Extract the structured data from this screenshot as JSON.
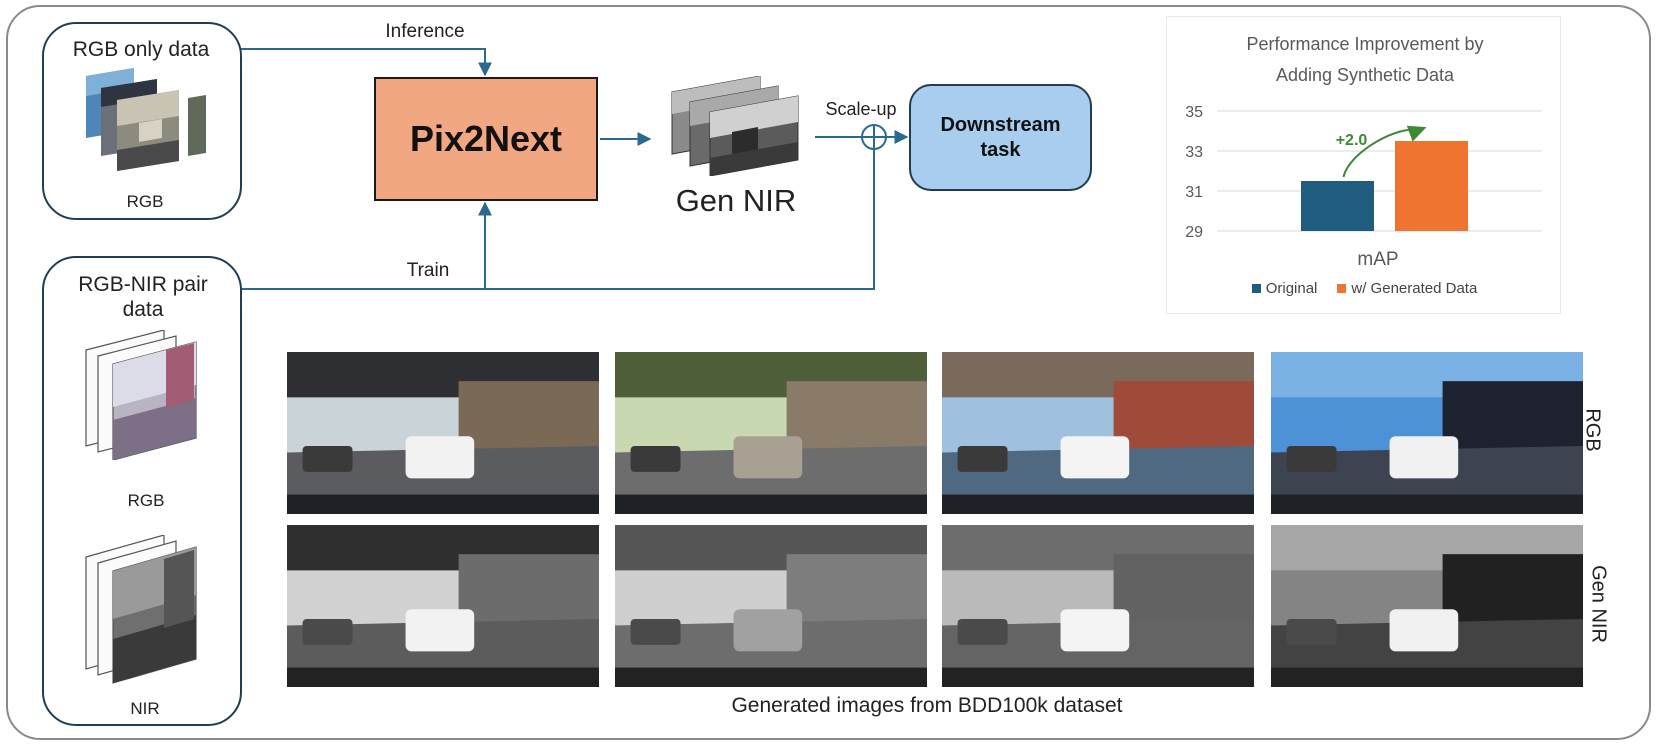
{
  "inputs": {
    "rgb_only": {
      "title": "RGB only data",
      "sublabel": "RGB"
    },
    "rgb_nir_pair": {
      "title_line1": "RGB-NIR pair",
      "title_line2": "data",
      "rgb_label": "RGB",
      "nir_label": "NIR"
    }
  },
  "flow": {
    "inference_label": "Inference",
    "train_label": "Train",
    "model_name": "Pix2Next",
    "gen_nir_label": "Gen NIR",
    "scaleup_label": "Scale-up",
    "downstream_line1": "Downstream",
    "downstream_line2": "task"
  },
  "gallery": {
    "caption": "Generated images from BDD100k dataset",
    "row_labels": {
      "rgb": "RGB",
      "gen_nir": "Gen NIR"
    }
  },
  "colors": {
    "arrow": "#2b6a8e",
    "model_box": "#f2a783",
    "downstream_box": "#a8cdee",
    "original_bar": "#1f5c7d",
    "generated_bar": "#ee7430",
    "gain_arrow": "#3c8a33"
  },
  "chart_data": {
    "type": "bar",
    "title_line1": "Performance Improvement by",
    "title_line2": "Adding Synthetic Data",
    "categories": [
      "mAP"
    ],
    "xlabel": "mAP",
    "ylim": [
      29,
      35
    ],
    "yticks": [
      29,
      31,
      33,
      35
    ],
    "series": [
      {
        "name": "Original",
        "values": [
          31.5
        ],
        "color": "#1f5c7d"
      },
      {
        "name": "w/ Generated Data",
        "values": [
          33.5
        ],
        "color": "#ee7430"
      }
    ],
    "annotation": "+2.0",
    "grid": true,
    "legend_position": "bottom"
  }
}
